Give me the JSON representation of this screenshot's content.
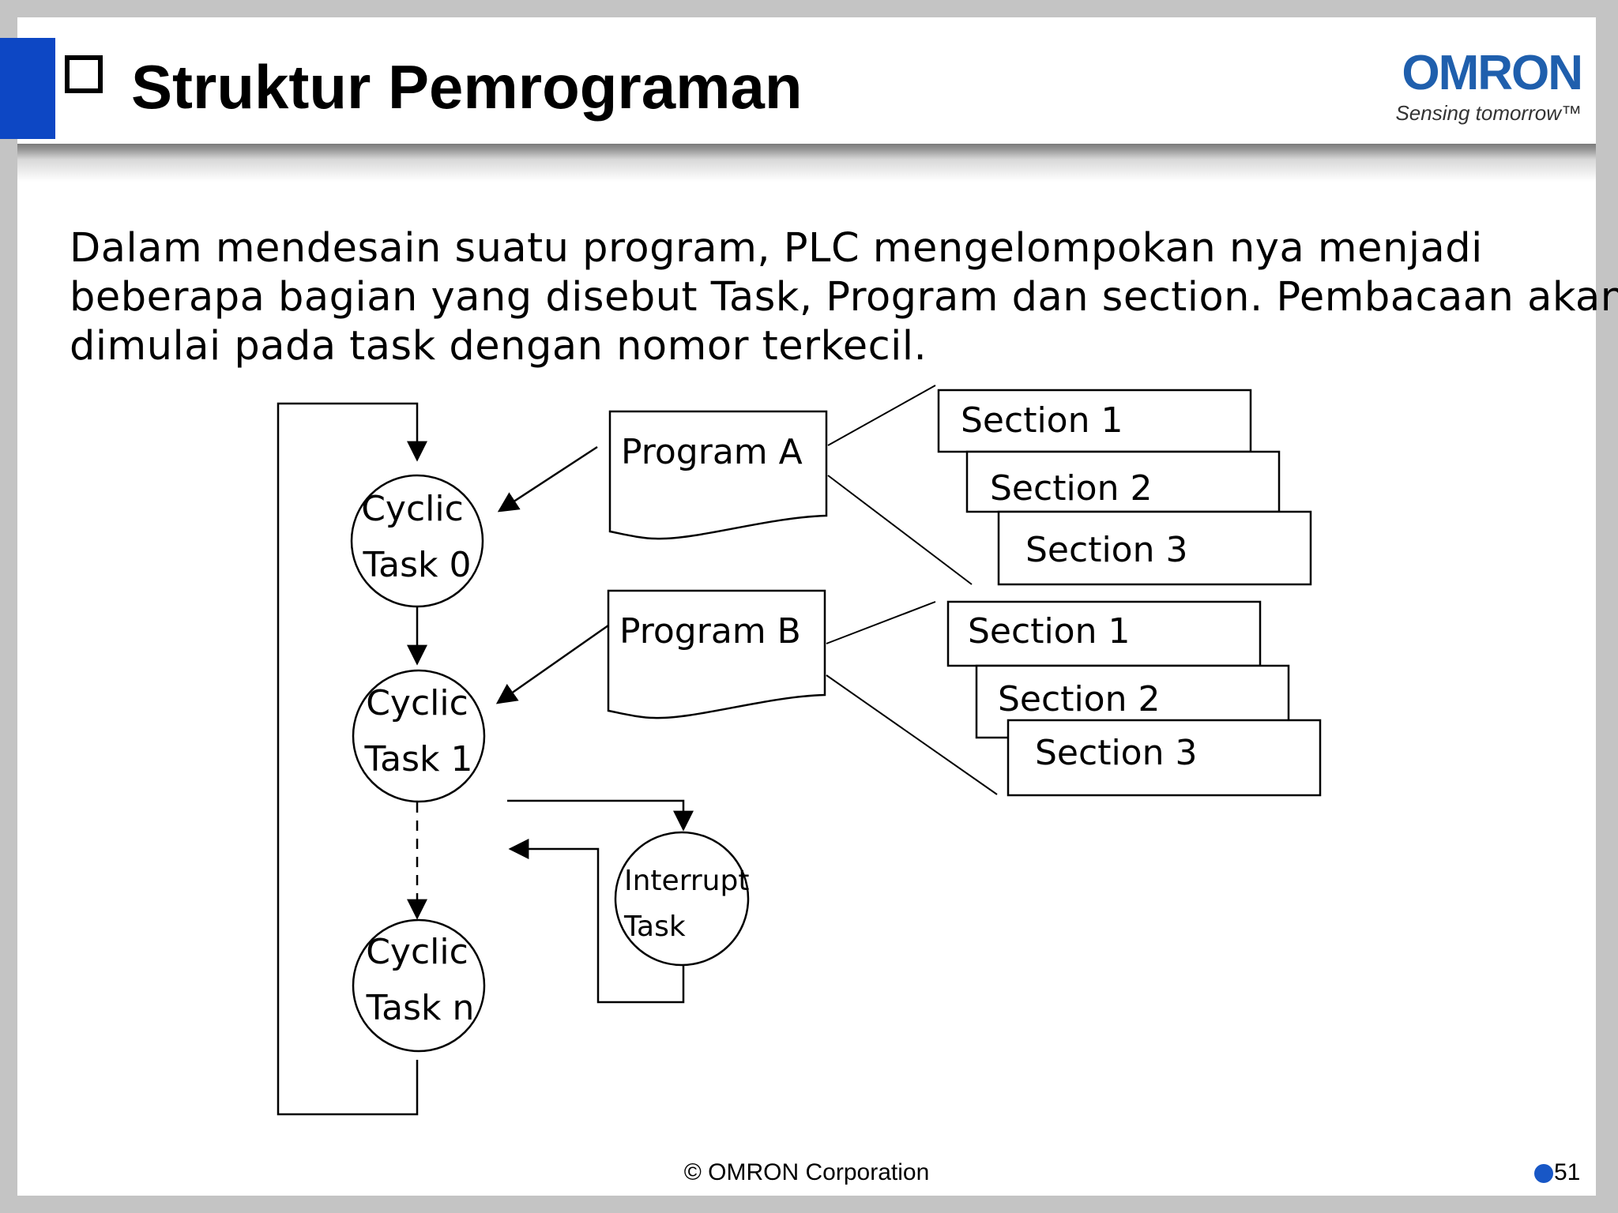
{
  "slide": {
    "title": "Struktur Pemrograman",
    "logo": {
      "wordmark": "OMRON",
      "tagline": "Sensing tomorrow™"
    },
    "intro_lines": [
      "Dalam mendesain suatu program, PLC mengelompokan nya menjadi",
      "beberapa bagian yang disebut Task, Program dan section. Pembacaan akan",
      "dimulai pada task dengan nomor terkecil."
    ],
    "footer": {
      "copyright": "© OMRON Corporation",
      "page_number": "51"
    }
  },
  "diagram": {
    "tasks": [
      {
        "line1": "Cyclic",
        "line2": "Task 0"
      },
      {
        "line1": "Cyclic",
        "line2": "Task 1"
      },
      {
        "line1": "Cyclic",
        "line2": "Task n"
      }
    ],
    "interrupt": {
      "line1": "Interrupt",
      "line2": "Task"
    },
    "programs": [
      "Program A",
      "Program B"
    ],
    "sections_a": [
      "Section 1",
      "Section 2",
      "Section 3"
    ],
    "sections_b": [
      "Section 1",
      "Section 2",
      "Section 3"
    ]
  },
  "colors": {
    "accent": "#0d47c4",
    "logo_blue": "#1f5fad",
    "page_dot": "#1857c6"
  },
  "icons": {
    "title_bullet": "checkbox-icon",
    "page_marker": "dot-icon"
  }
}
